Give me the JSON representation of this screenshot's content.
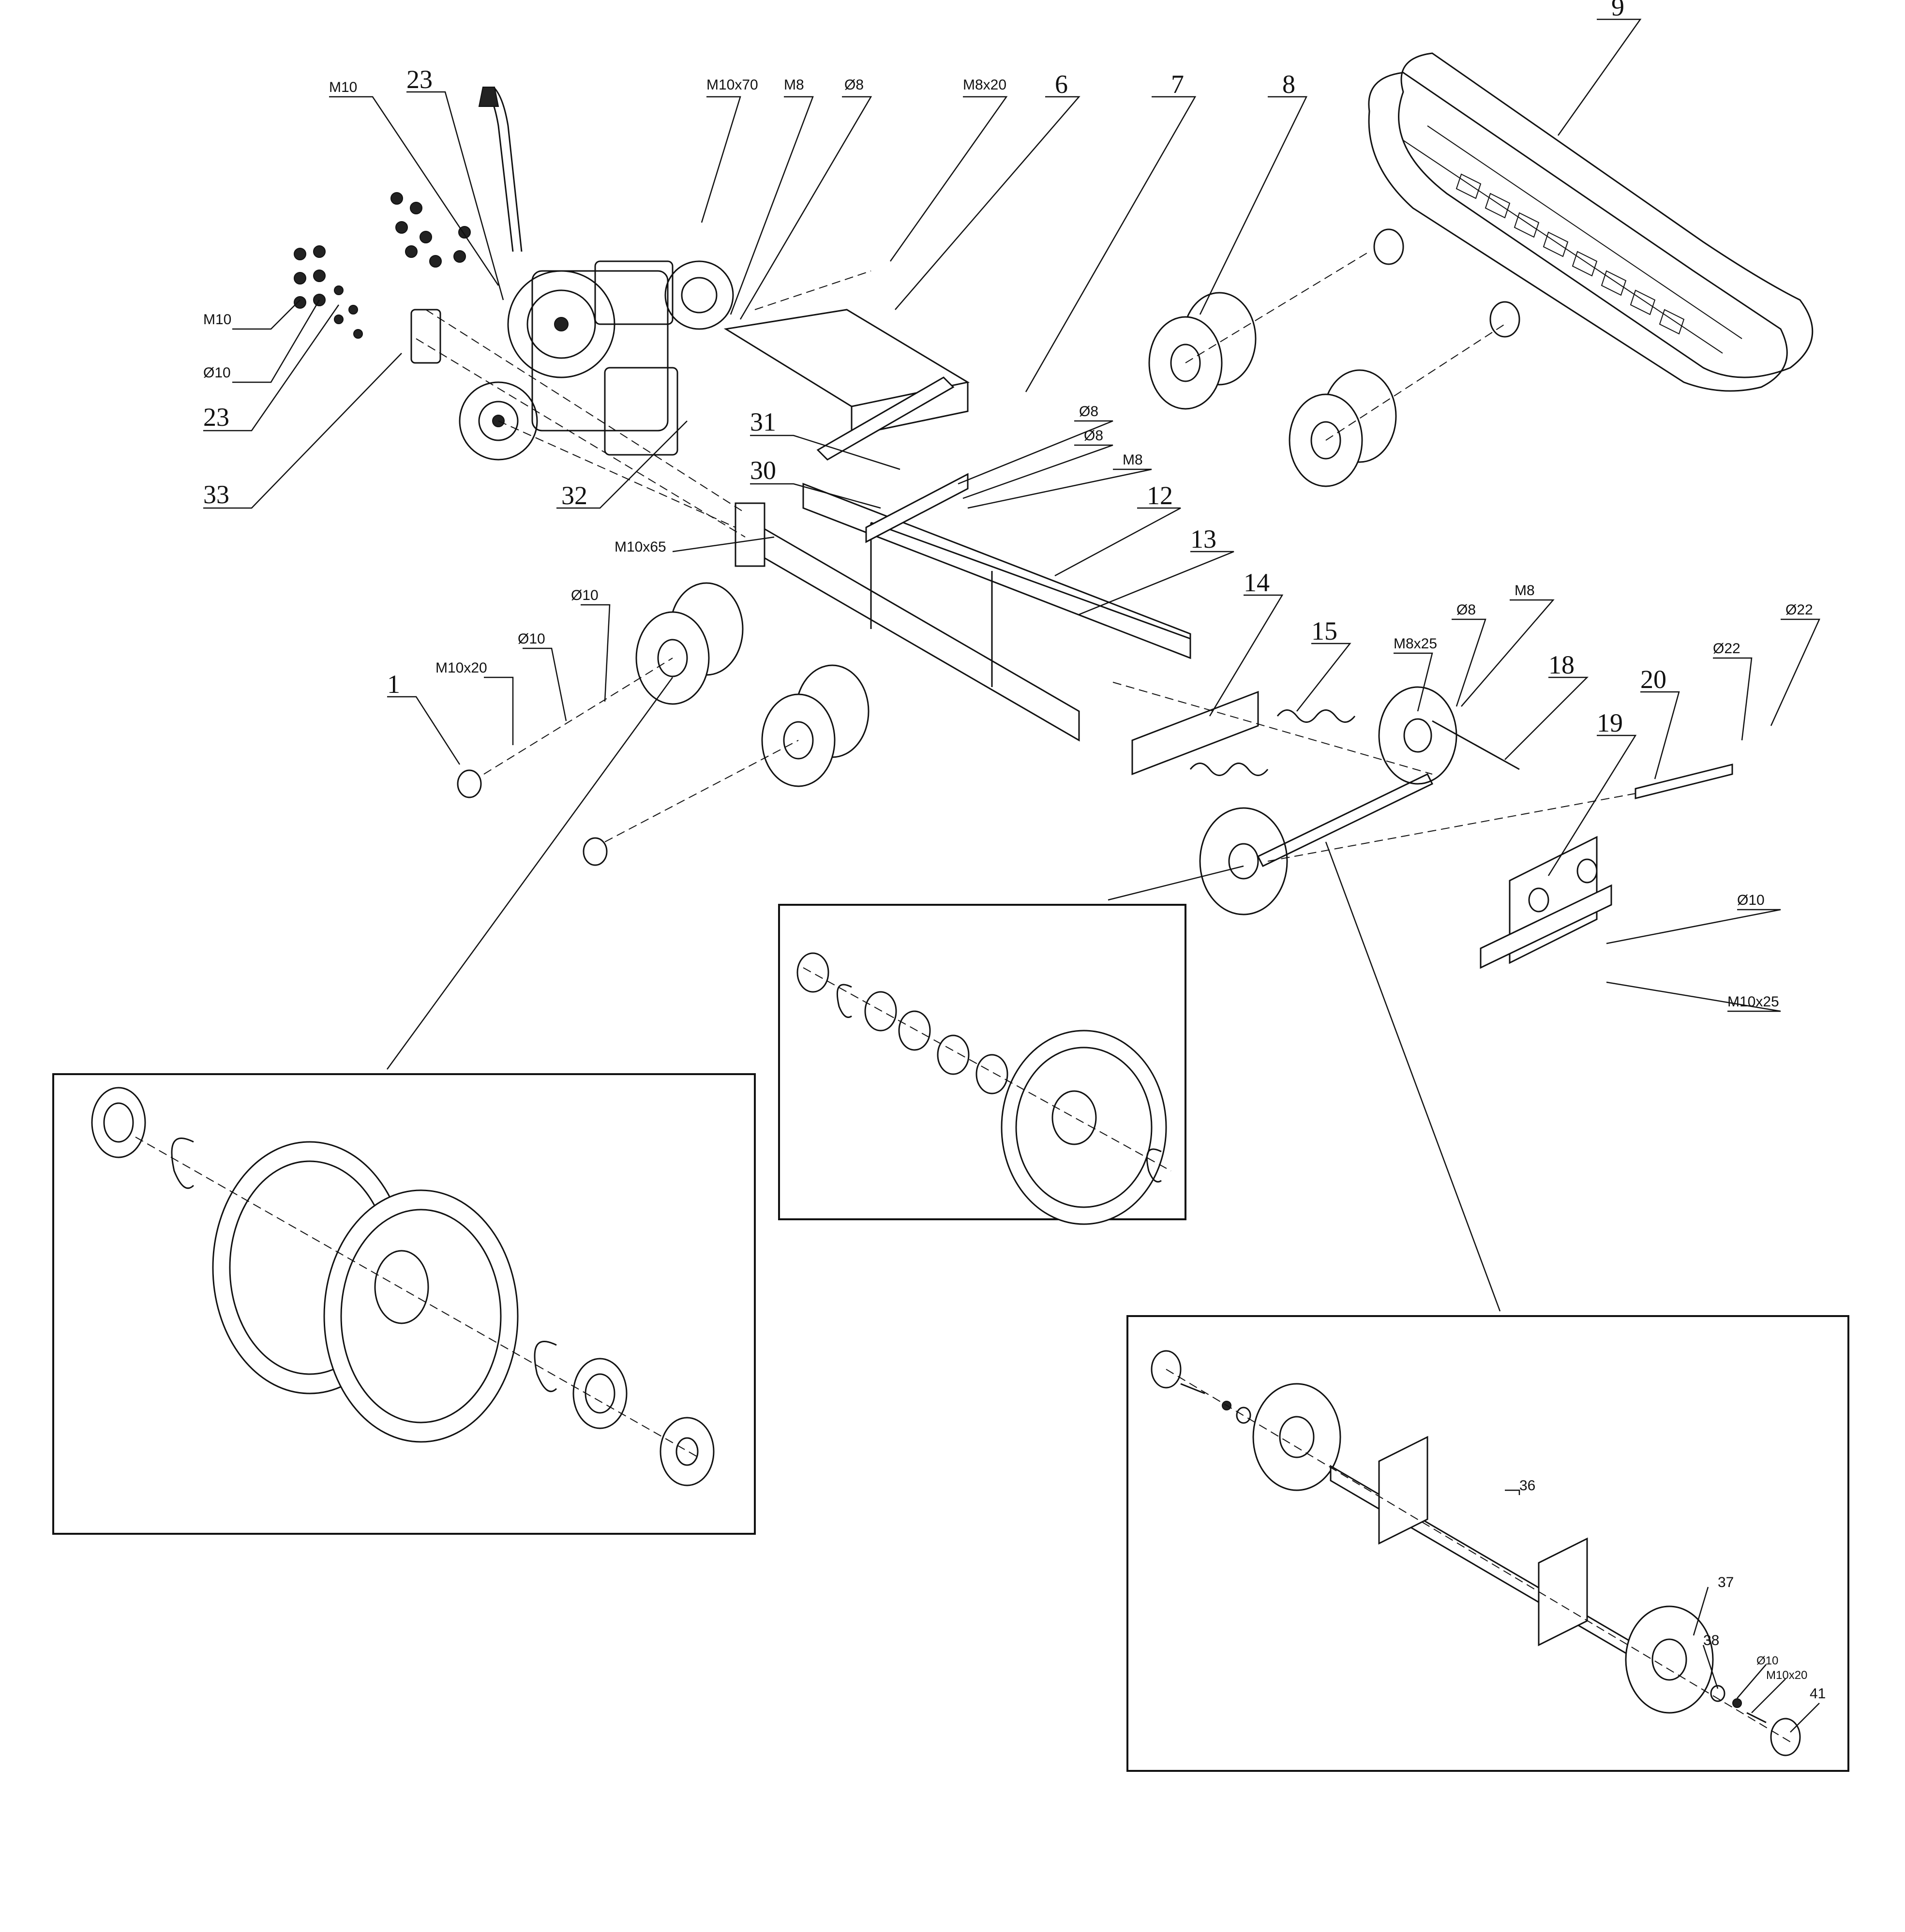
{
  "callouts": {
    "m10_top": "M10",
    "n23_top": "23",
    "m10x70": "M10x70",
    "m8_top": "M8",
    "d8_top": "Ø8",
    "m8x20": "M8x20",
    "n6": "6",
    "n7": "7",
    "n8": "8",
    "n9": "9",
    "m10_left": "M10",
    "d10_left": "Ø10",
    "n23_left": "23",
    "n33": "33",
    "n32": "32",
    "n31": "31",
    "n30": "30",
    "d8_a": "Ø8",
    "d8_b": "Ø8",
    "m8_mid": "M8",
    "n12": "12",
    "n13": "13",
    "m10x65": "M10x65",
    "d10_a": "Ø10",
    "d10_b": "Ø10",
    "m10x20": "M10x20",
    "n1": "1",
    "n14": "14",
    "n15": "15",
    "m8x25": "M8x25",
    "d8_c": "Ø8",
    "m8_right": "M8",
    "n18": "18",
    "n19": "19",
    "n20": "20",
    "d22_a": "Ø22",
    "d22_b": "Ø22",
    "d10_right": "Ø10",
    "m10x25": "M10x25"
  },
  "detail_axle": {
    "n36": "36",
    "n37": "37",
    "n38": "38",
    "d10": "Ø10",
    "m10x20": "M10x20",
    "n41": "41"
  }
}
